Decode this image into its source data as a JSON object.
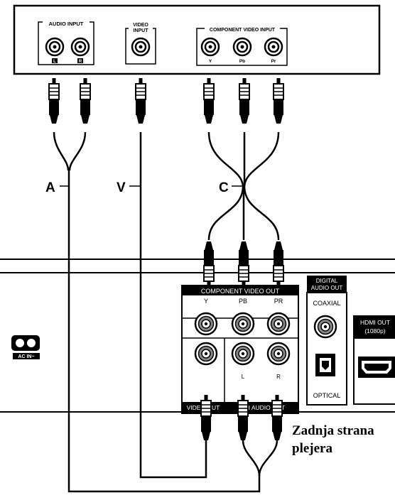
{
  "tv": {
    "audio_input_label": "AUDIO INPUT",
    "audio_l": "L",
    "audio_r": "R",
    "video_input_line1": "VIDEO",
    "video_input_line2": "INPUT",
    "component_input_label": "COMPONENT VIDEO INPUT",
    "comp_y": "Y",
    "comp_pb": "Pb",
    "comp_pr": "Pr"
  },
  "cables": {
    "audio": "A",
    "video": "V",
    "component": "C"
  },
  "player": {
    "component_out_label": "COMPONENT VIDEO OUT",
    "out_y": "Y",
    "out_pb": "PB",
    "out_pr": "PR",
    "video_out_label": "VIDEO OUT",
    "audio_out_label": "2CH AUDIO OUT",
    "audio_out_l": "L",
    "audio_out_r": "R",
    "digital_line1": "DIGITAL",
    "digital_line2": "AUDIO OUT",
    "coaxial": "COAXIAL",
    "optical": "OPTICAL",
    "hdmi_line1": "HDMI OUT",
    "hdmi_line2": "(1080p)",
    "ac_in": "AC IN~"
  },
  "caption": {
    "line1": "Zadnja strana",
    "line2": "plejera"
  }
}
